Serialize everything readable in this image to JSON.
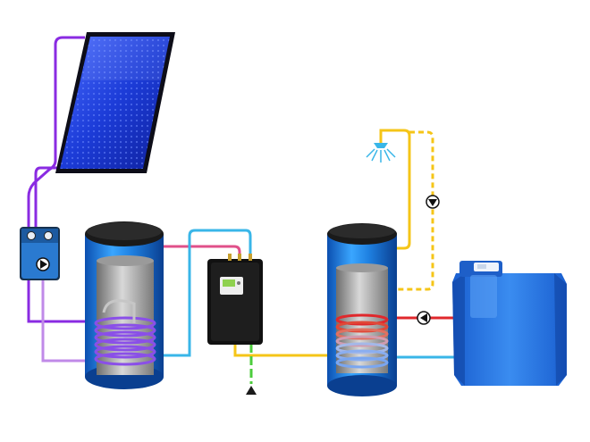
{
  "components": {
    "solar_collector": "solar-collector",
    "solar_pump_station": "solar-pump-station",
    "solar_storage_tank": "solar-storage-tank",
    "fresh_water_station": "fresh-water-station",
    "dhw_tank": "dhw-storage-tank",
    "boiler": "boiler",
    "shower": "shower-head-icon",
    "circulation_pump": "circulation-pump-icon",
    "boiler_pump": "boiler-pump-icon",
    "cold_water_inlet": "cold-water-inlet-icon"
  },
  "colors": {
    "solar_circuit": "#8a2be2",
    "solar_return": "#c08ae8",
    "hot_loop": "#e0508a",
    "cold_loop": "#39b6e8",
    "hot_water": "#f5c518",
    "cold_water": "#4ccc3c",
    "boiler_flow": "#e0282c",
    "boiler_return": "#39b6e8",
    "tank_blue": "#1e7fe0",
    "collector_blue": "#1c3cd8"
  }
}
